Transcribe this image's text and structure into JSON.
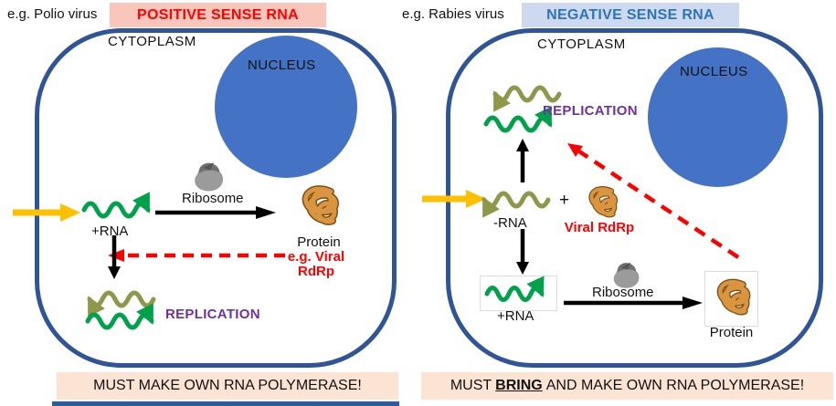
{
  "colors": {
    "membrane_blue": "#2F5597",
    "nucleus_fill": "#4472C4",
    "positive_banner_bg": "#F9C6BB",
    "positive_banner_text": "#FF0000",
    "negative_banner_bg": "#CCD9EE",
    "negative_banner_text": "#2E74B6",
    "footer_bg": "#FCE4D4",
    "plus_rna_green": "#00A14B",
    "minus_rna_olive": "#8F974B",
    "entry_arrow_yellow": "#FFC000",
    "feedback_arrow_red": "#FF0000",
    "replication_text_purple": "#7030A0",
    "protein_orange": "#D9953F",
    "ribosome_gray": "#9B9B9B"
  },
  "left_panel": {
    "example": "e.g. Polio virus",
    "banner": "POSITIVE SENSE RNA",
    "cytoplasm": "CYTOPLASM",
    "nucleus": "NUCLEUS",
    "plus_rna": "+RNA",
    "ribosome": "Ribosome",
    "protein": "Protein",
    "rdrp_note_line1": "e.g. Viral",
    "rdrp_note_line2": "RdRp",
    "replication": "REPLICATION",
    "footer": "MUST MAKE OWN RNA POLYMERASE!"
  },
  "right_panel": {
    "example": "e.g. Rabies virus",
    "banner": "NEGATIVE SENSE RNA",
    "cytoplasm": "CYTOPLASM",
    "nucleus": "NUCLEUS",
    "replication": "REPLICATION",
    "minus_rna": "-RNA",
    "plus_sign": "+",
    "viral_rdrp": "Viral RdRp",
    "plus_rna": "+RNA",
    "ribosome": "Ribosome",
    "protein": "Protein",
    "footer_prefix": "MUST",
    "footer_emphasis": "BRING",
    "footer_suffix": "AND MAKE OWN RNA POLYMERASE!"
  }
}
